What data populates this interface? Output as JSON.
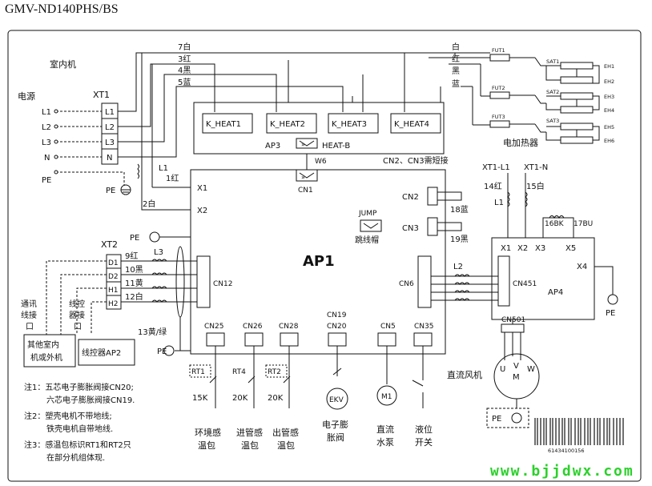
{
  "title": "GMV-ND140PHS/BS",
  "indoor_label": "室内机",
  "power_label": "电源",
  "xt1": {
    "name": "XT1",
    "terminals": [
      "L1",
      "L2",
      "L3",
      "N"
    ],
    "left_labels": [
      "L1",
      "L2",
      "L3",
      "N"
    ]
  },
  "pe": "PE",
  "wires_top": {
    "w7": "7白",
    "w3": "3红",
    "w4": "4黑",
    "w5": "5蓝"
  },
  "right_wires": {
    "white": "白",
    "red": "红",
    "black": "黑",
    "blue": "蓝"
  },
  "fuses": [
    "FUT1",
    "FUT2",
    "FUT3"
  ],
  "sat": [
    "SAT1",
    "SAT2",
    "SAT3"
  ],
  "eh": [
    "EH1",
    "EH2",
    "EH3",
    "EH4",
    "EH5",
    "EH6"
  ],
  "heater_label": "电加热器",
  "relays": [
    "K_HEAT1",
    "K_HEAT2",
    "K_HEAT3",
    "K_HEAT4"
  ],
  "ap3": "AP3",
  "heat_b": "HEAT-B",
  "w6": "W6",
  "cn1": "CN1",
  "short_note": "CN2、CN3需短接",
  "l1": "L1",
  "w1red": "1红",
  "w2white": "2白",
  "x1": "X1",
  "x2": "X2",
  "ap1": "AP1",
  "cn2": "CN2",
  "cn3": "CN3",
  "w18": "18蓝",
  "w19": "19黑",
  "jump": "JUMP",
  "jump_cn": "跳线帽",
  "xt2": {
    "name": "XT2",
    "terminals": [
      "D1",
      "D2",
      "H1",
      "H2"
    ],
    "wires": [
      "9红",
      "10黑",
      "11黄",
      "12白"
    ]
  },
  "l3": "L3",
  "cn12": "CN12",
  "cn6": "CN6",
  "l2": "L2",
  "w13": "13黄/绿",
  "comm_label": [
    "通讯",
    "线接",
    "口"
  ],
  "wired_ctrl_label": [
    "线控",
    "器接",
    "口"
  ],
  "other_unit": [
    "其他室内",
    "机或外机"
  ],
  "controller": "线控器AP2",
  "bottom_connectors": [
    "CN25",
    "CN26",
    "CN28",
    "CN19",
    "CN20",
    "CN5",
    "CN35"
  ],
  "rt1": "RT1",
  "rt4": "RT4",
  "rt2": "RT2",
  "k15": "15K",
  "k20a": "20K",
  "k20b": "20K",
  "ekv": "EKV",
  "m1": "M1",
  "sensor_labels": {
    "ambient": [
      "环境感",
      "温包"
    ],
    "inlet": [
      "进管感",
      "温包"
    ],
    "outlet": [
      "出管感",
      "温包"
    ],
    "valve": [
      "电子膨",
      "胀阀"
    ],
    "pump": [
      "直流",
      "水泵"
    ],
    "float": [
      "液位",
      "开关"
    ]
  },
  "notes": [
    "注1：五芯电子膨胀阀接CN20;",
    "六芯电子膨胀阀接CN19.",
    "注2：塑壳电机不带地线;",
    "铁壳电机自带地线.",
    "注3：感温包标识RT1和RT2只",
    "在部分机组体现."
  ],
  "xt1l1": "XT1-L1",
  "xt1n": "XT1-N",
  "w14": "14红",
  "w15": "15白",
  "w16": "16BK",
  "w17": "17BU",
  "ap4_terms": [
    "X1",
    "X2",
    "X3",
    "X5"
  ],
  "x4": "X4",
  "cn451": "CN451",
  "ap4": "AP4",
  "cn501": "CN501",
  "fan_label": "直流风机",
  "uvw": [
    "U",
    "V",
    "W"
  ],
  "motor_m": "M",
  "barcode": "61434100156",
  "watermark": "www.bjjdwx.com"
}
